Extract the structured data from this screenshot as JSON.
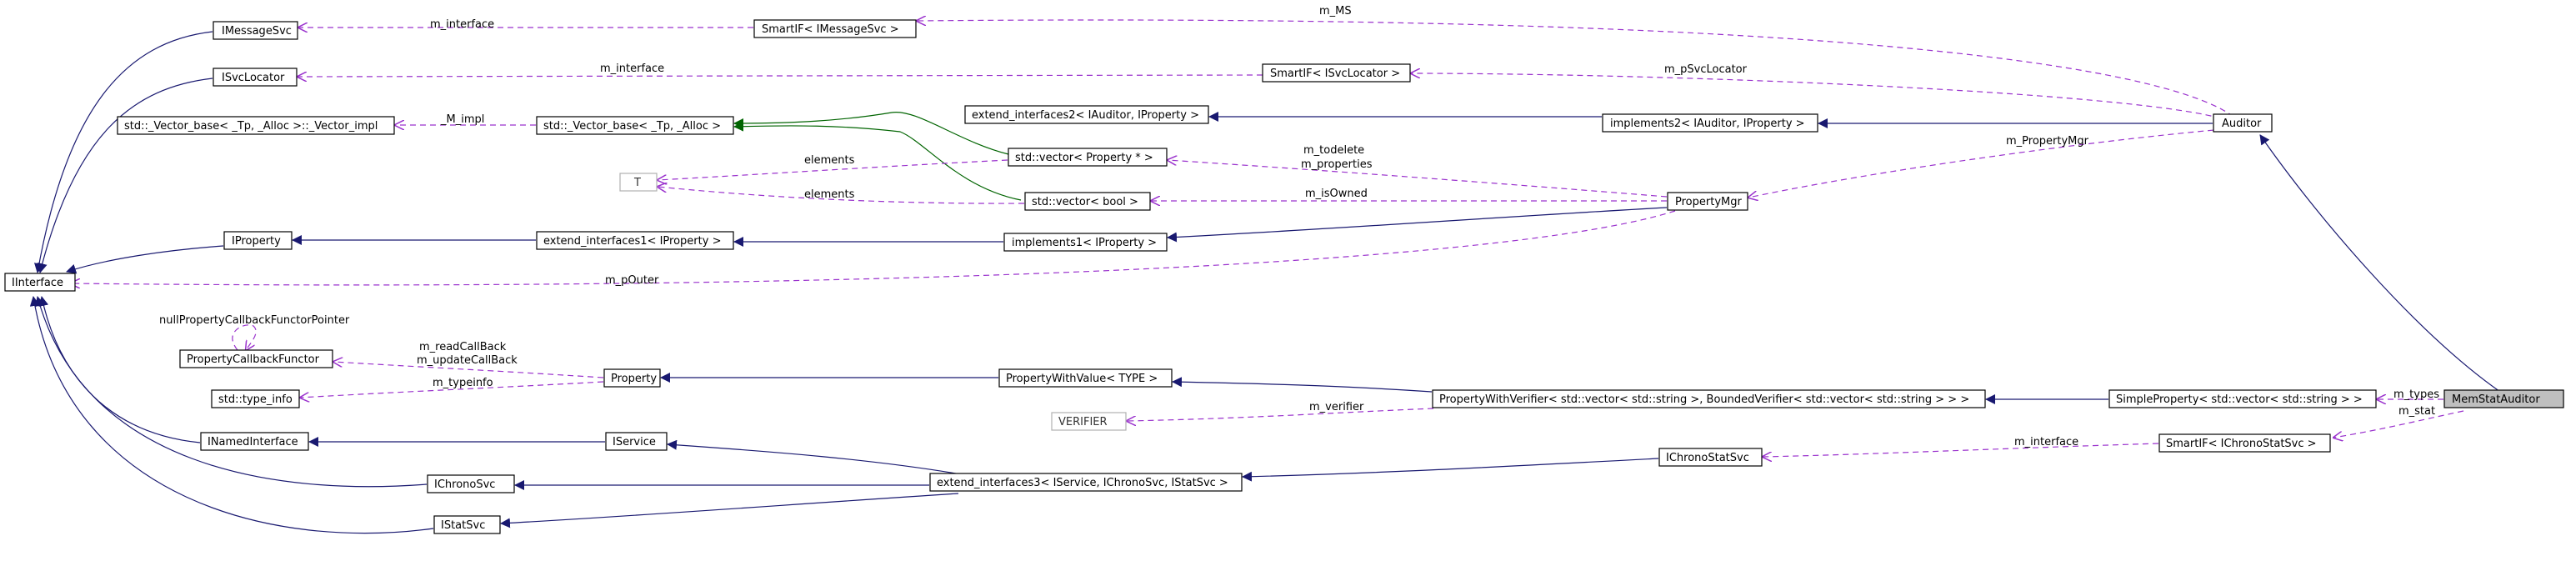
{
  "nodes": [
    {
      "id": "IMessageSvc",
      "label": "IMessageSvc"
    },
    {
      "id": "SmartIF_IMessageSvc",
      "label": "SmartIF< IMessageSvc >"
    },
    {
      "id": "ISvcLocator",
      "label": "ISvcLocator"
    },
    {
      "id": "SmartIF_ISvcLocator",
      "label": "SmartIF< ISvcLocator >"
    },
    {
      "id": "VectorBaseImpl",
      "label": "std::_Vector_base< _Tp, _Alloc >::_Vector_impl"
    },
    {
      "id": "VectorBase",
      "label": "std::_Vector_base< _Tp, _Alloc >"
    },
    {
      "id": "ExtIf2",
      "label": "extend_interfaces2< IAuditor, IProperty >"
    },
    {
      "id": "Impl2",
      "label": "implements2< IAuditor, IProperty >"
    },
    {
      "id": "Auditor",
      "label": "Auditor"
    },
    {
      "id": "T",
      "label": "T"
    },
    {
      "id": "VecProp",
      "label": "std::vector< Property * >"
    },
    {
      "id": "VecBool",
      "label": "std::vector< bool >"
    },
    {
      "id": "PropertyMgr",
      "label": "PropertyMgr"
    },
    {
      "id": "IProperty",
      "label": "IProperty"
    },
    {
      "id": "ExtIf1",
      "label": "extend_interfaces1< IProperty >"
    },
    {
      "id": "Impl1",
      "label": "implements1< IProperty >"
    },
    {
      "id": "IInterface",
      "label": "IInterface"
    },
    {
      "id": "PropCB",
      "label": "PropertyCallbackFunctor"
    },
    {
      "id": "TypeInfo",
      "label": "std::type_info"
    },
    {
      "id": "Property",
      "label": "Property"
    },
    {
      "id": "PWV",
      "label": "PropertyWithValue< TYPE >"
    },
    {
      "id": "PWVer",
      "label": "PropertyWithVerifier< std::vector< std::string >, BoundedVerifier< std::vector< std::string > > >"
    },
    {
      "id": "SimpleProp",
      "label": "SimpleProperty< std::vector< std::string > >"
    },
    {
      "id": "MemStat",
      "label": "MemStatAuditor"
    },
    {
      "id": "VERIFIER",
      "label": "VERIFIER"
    },
    {
      "id": "INamedIf",
      "label": "INamedInterface"
    },
    {
      "id": "IService",
      "label": "IService"
    },
    {
      "id": "IChronoStatSvc",
      "label": "IChronoStatSvc"
    },
    {
      "id": "SmartIF_IChrono",
      "label": "SmartIF< IChronoStatSvc >"
    },
    {
      "id": "IChronoSvc",
      "label": "IChronoSvc"
    },
    {
      "id": "ExtIf3",
      "label": "extend_interfaces3< IService, IChronoSvc, IStatSvc >"
    },
    {
      "id": "IStatSvc",
      "label": "IStatSvc"
    }
  ],
  "edge_labels": {
    "m_interface_msg": "m_interface",
    "m_MS": "m_MS",
    "m_interface_svc": "m_interface",
    "m_pSvcLocator": "m_pSvcLocator",
    "M_impl": "_M_impl",
    "elements_1": "elements",
    "elements_2": "elements",
    "m_todelete": "m_todelete",
    "m_properties": "m_properties",
    "m_isOwned": "m_isOwned",
    "m_PropertyMgr": "m_PropertyMgr",
    "m_pOuter": "m_pOuter",
    "nullProp": "nullPropertyCallbackFunctorPointer",
    "m_readCallBack": "m_readCallBack",
    "m_updateCallBack": "m_updateCallBack",
    "m_typeinfo": "m_typeinfo",
    "m_verifier": "m_verifier",
    "m_types": "m_types",
    "m_stat": "m_stat",
    "m_interface_chrono": "m_interface"
  },
  "colors": {
    "inheritance": "#191970",
    "template_instance": "#006400",
    "usage": "#9a32cd",
    "selected_fill": "#bfbfbf"
  }
}
